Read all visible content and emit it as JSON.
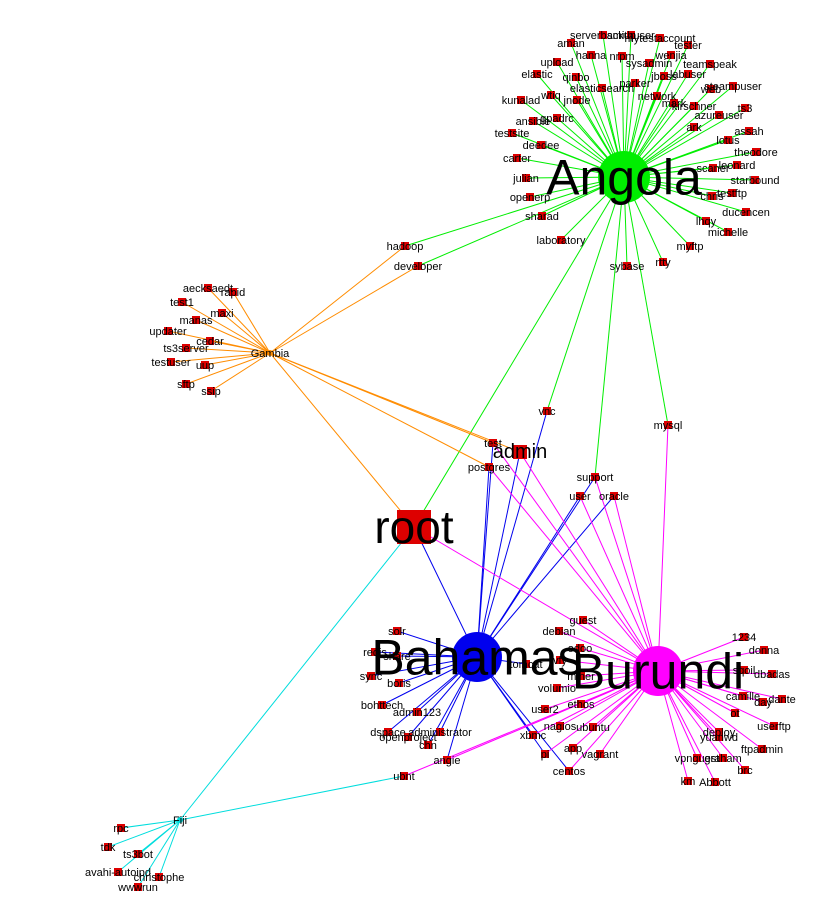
{
  "graph": {
    "hubs": [
      {
        "id": "angola",
        "label": "Angola",
        "color": "#00ee00"
      },
      {
        "id": "bahamas",
        "label": "Bahamas",
        "color": "#0000ee"
      },
      {
        "id": "burundi",
        "label": "Burundi",
        "color": "#ff00ff"
      },
      {
        "id": "gambia",
        "label": "Gambia",
        "color": "#ff8c00"
      },
      {
        "id": "fiji",
        "label": "Fiji",
        "color": "#00dddd"
      }
    ],
    "nodes": [
      {
        "id": "root",
        "label": "root",
        "big": "root"
      },
      {
        "id": "admin",
        "label": "admin",
        "big": "admin"
      },
      {
        "id": "test",
        "label": "test"
      },
      {
        "id": "postgres",
        "label": "postgres"
      },
      {
        "id": "vnc",
        "label": "vnc"
      },
      {
        "id": "support",
        "label": "support"
      },
      {
        "id": "user",
        "label": "user"
      },
      {
        "id": "oracle",
        "label": "oracle"
      },
      {
        "id": "mysql",
        "label": "mysql"
      },
      {
        "id": "hadoop",
        "label": "hadoop"
      },
      {
        "id": "developer",
        "label": "developer"
      },
      {
        "id": "sybase",
        "label": "sybase"
      },
      {
        "id": "ubnt",
        "label": "ubnt"
      },
      {
        "id": "a1",
        "label": "aman"
      },
      {
        "id": "a2",
        "label": "serverbackup"
      },
      {
        "id": "a3",
        "label": "smithuser"
      },
      {
        "id": "a4",
        "label": "mytestaccount"
      },
      {
        "id": "a5",
        "label": "hanna"
      },
      {
        "id": "a6",
        "label": "wenjia"
      },
      {
        "id": "a7",
        "label": "tester"
      },
      {
        "id": "a8",
        "label": "nrpm"
      },
      {
        "id": "a9",
        "label": "upload"
      },
      {
        "id": "a10",
        "label": "sysadmin"
      },
      {
        "id": "a11",
        "label": "teamspeak"
      },
      {
        "id": "a12",
        "label": "elastic"
      },
      {
        "id": "a13",
        "label": "jboss"
      },
      {
        "id": "a14",
        "label": "labuser"
      },
      {
        "id": "a15",
        "label": "qinbo"
      },
      {
        "id": "a16",
        "label": "parker"
      },
      {
        "id": "a17",
        "label": "elasticsearch"
      },
      {
        "id": "a18",
        "label": "steampuser"
      },
      {
        "id": "a19",
        "label": "web"
      },
      {
        "id": "a20",
        "label": "kunalad"
      },
      {
        "id": "a21",
        "label": "wtiq"
      },
      {
        "id": "a22",
        "label": "jnode"
      },
      {
        "id": "a23",
        "label": "network"
      },
      {
        "id": "a24",
        "label": "mark"
      },
      {
        "id": "a25",
        "label": "kirschner"
      },
      {
        "id": "a26",
        "label": "ts3"
      },
      {
        "id": "a27",
        "label": "ansible"
      },
      {
        "id": "a28",
        "label": "gpadrc"
      },
      {
        "id": "a29",
        "label": "azureuser"
      },
      {
        "id": "a30",
        "label": "ark"
      },
      {
        "id": "a31",
        "label": "testsite"
      },
      {
        "id": "a32",
        "label": "assah"
      },
      {
        "id": "a33",
        "label": "deedee"
      },
      {
        "id": "a34",
        "label": "lotus"
      },
      {
        "id": "a35",
        "label": "theodore"
      },
      {
        "id": "a36",
        "label": "carter"
      },
      {
        "id": "a37",
        "label": "leonard"
      },
      {
        "id": "a38",
        "label": "scaner"
      },
      {
        "id": "a39",
        "label": "julian"
      },
      {
        "id": "a40",
        "label": "starbound"
      },
      {
        "id": "a41",
        "label": "chris"
      },
      {
        "id": "a42",
        "label": "testftp"
      },
      {
        "id": "a43",
        "label": "openerp"
      },
      {
        "id": "a44",
        "label": "ducencen"
      },
      {
        "id": "a45",
        "label": "sharad"
      },
      {
        "id": "a46",
        "label": "lhqy"
      },
      {
        "id": "a47",
        "label": "michelle"
      },
      {
        "id": "a48",
        "label": "laboratory"
      },
      {
        "id": "a49",
        "label": "myftp"
      },
      {
        "id": "a50",
        "label": "rtty"
      },
      {
        "id": "g1",
        "label": "aecksaedt"
      },
      {
        "id": "g2",
        "label": "rapid"
      },
      {
        "id": "g3",
        "label": "test1"
      },
      {
        "id": "g4",
        "label": "maxi"
      },
      {
        "id": "g5",
        "label": "manas"
      },
      {
        "id": "g6",
        "label": "updater"
      },
      {
        "id": "g7",
        "label": "cedar"
      },
      {
        "id": "g8",
        "label": "ts3server"
      },
      {
        "id": "g9",
        "label": "testuser"
      },
      {
        "id": "g10",
        "label": "uup"
      },
      {
        "id": "g11",
        "label": "sftp"
      },
      {
        "id": "g12",
        "label": "ssip"
      },
      {
        "id": "b1",
        "label": "solr"
      },
      {
        "id": "b2",
        "label": "redis"
      },
      {
        "id": "b3",
        "label": "share"
      },
      {
        "id": "b4",
        "label": "sync"
      },
      {
        "id": "b5",
        "label": "boris"
      },
      {
        "id": "b6",
        "label": "bohttech"
      },
      {
        "id": "b7",
        "label": "admin123"
      },
      {
        "id": "b8",
        "label": "dspace"
      },
      {
        "id": "b9",
        "label": "administrator"
      },
      {
        "id": "b10",
        "label": "openproject"
      },
      {
        "id": "b11",
        "label": "chn"
      },
      {
        "id": "b12",
        "label": "angie"
      },
      {
        "id": "b13",
        "label": "xbmc"
      },
      {
        "id": "b14",
        "label": "pi"
      },
      {
        "id": "b15",
        "label": "centos"
      },
      {
        "id": "b16",
        "label": "tomcat"
      },
      {
        "id": "u1",
        "label": "guest"
      },
      {
        "id": "u2",
        "label": "debian"
      },
      {
        "id": "u3",
        "label": "odoo"
      },
      {
        "id": "u4",
        "label": "miner"
      },
      {
        "id": "u5",
        "label": "volumio"
      },
      {
        "id": "u6",
        "label": "ethos"
      },
      {
        "id": "u7",
        "label": "user2"
      },
      {
        "id": "u8",
        "label": "nagios"
      },
      {
        "id": "u9",
        "label": "ubuntu"
      },
      {
        "id": "u10",
        "label": "app"
      },
      {
        "id": "u11",
        "label": "vagrant"
      },
      {
        "id": "u12",
        "label": "1234"
      },
      {
        "id": "u13",
        "label": "donna"
      },
      {
        "id": "u14",
        "label": "sqoil"
      },
      {
        "id": "u15",
        "label": "dbadas"
      },
      {
        "id": "u16",
        "label": "camille"
      },
      {
        "id": "u17",
        "label": "dante"
      },
      {
        "id": "u18",
        "label": "day"
      },
      {
        "id": "u19",
        "label": "ot"
      },
      {
        "id": "u20",
        "label": "userftp"
      },
      {
        "id": "u21",
        "label": "deploy"
      },
      {
        "id": "u22",
        "label": "yuanwd"
      },
      {
        "id": "u23",
        "label": "ftpadmin"
      },
      {
        "id": "u24",
        "label": "vpnguest"
      },
      {
        "id": "u25",
        "label": "graham"
      },
      {
        "id": "u26",
        "label": "brc"
      },
      {
        "id": "u27",
        "label": "km"
      },
      {
        "id": "u28",
        "label": "Abbott"
      },
      {
        "id": "u29",
        "label": "vfy"
      },
      {
        "id": "f1",
        "label": "rpc"
      },
      {
        "id": "f2",
        "label": "tdk"
      },
      {
        "id": "f3",
        "label": "ts3bot"
      },
      {
        "id": "f4",
        "label": "avahi-autoipd"
      },
      {
        "id": "f5",
        "label": "christophe"
      },
      {
        "id": "f6",
        "label": "wwwrun"
      }
    ]
  }
}
